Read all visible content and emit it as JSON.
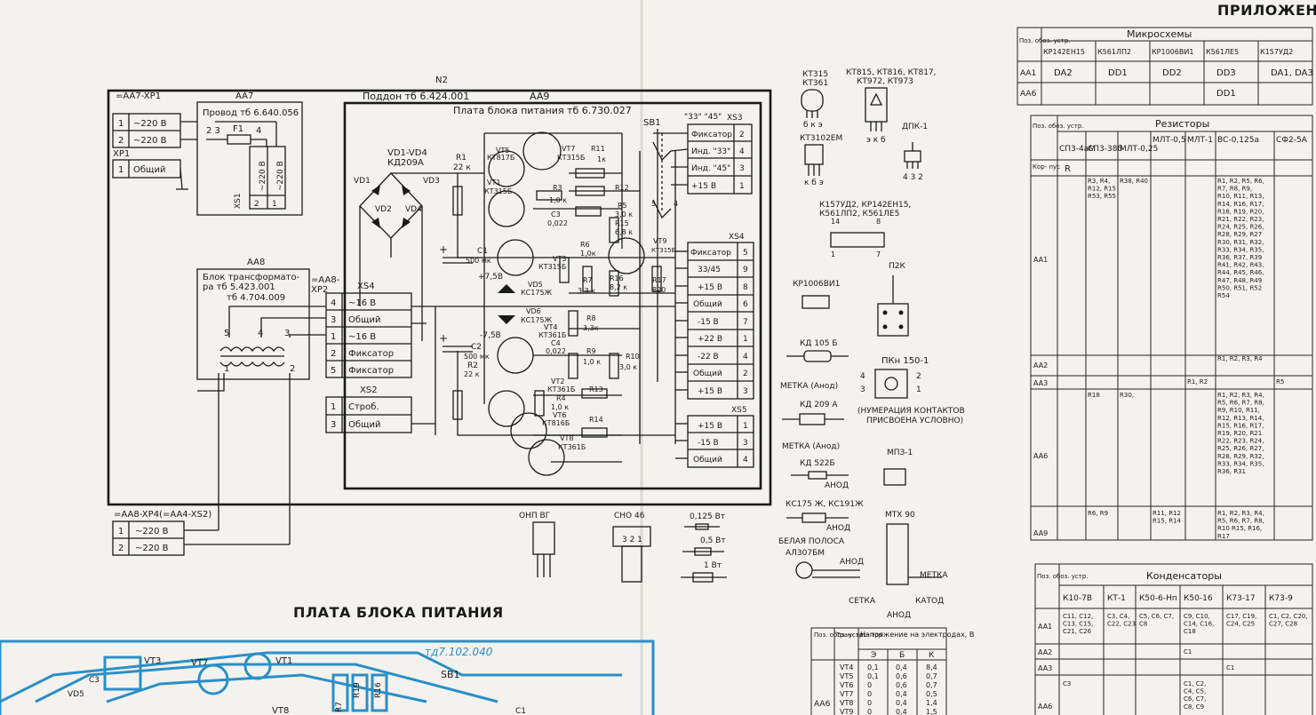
{
  "appendix_title": "ПРИЛОЖЕНИЕ",
  "board_title": "ПЛАТА БЛОКА ПИТАНИЯ",
  "schematic": {
    "n2": "N2",
    "poddon": "Поддон тб 6.424.001",
    "aa9": "AA9",
    "plata": "Плата блока питания тб 6.730.027",
    "aa7": "AA7",
    "aa7_conn": "=AA7-XP1",
    "provod": "Провод тб 6.640.056",
    "f1": "F1",
    "xs1": "XS1",
    "xp1": "XP1",
    "line_220": "~220 В",
    "obshchiy": "Общий",
    "aa8": "AA8",
    "block_trans": "Блок трансформато-",
    "block_trans2": "ра тб 5.423.001",
    "block_trans3": "тб 4.704.009",
    "aa8_conn": "=AA8-",
    "xp2": "XP2",
    "xs4": "XS4",
    "xs2": "XS2",
    "xs3": "XS3",
    "xs5": "XS5",
    "xs4_rows": [
      {
        "label": "~16 В",
        "pin": "4"
      },
      {
        "label": "Общий",
        "pin": "3"
      },
      {
        "label": "~16 В",
        "pin": "1"
      },
      {
        "label": "Фиксатор",
        "pin": "2"
      },
      {
        "label": "Фиксатор",
        "pin": "5"
      }
    ],
    "xs2_rows": [
      {
        "label": "Строб.",
        "pin": "1"
      },
      {
        "label": "Общий",
        "pin": "3"
      }
    ],
    "xs3_rows": [
      {
        "label": "Фиксатор",
        "pin": "2"
      },
      {
        "label": "Инд. \"33\"",
        "pin": "4"
      },
      {
        "label": "Инд. \"45\"",
        "pin": "3"
      },
      {
        "label": "+15 В",
        "pin": "1"
      }
    ],
    "xs4b_rows": [
      {
        "label": "Фиксатор",
        "pin": "5"
      },
      {
        "label": "33/45",
        "pin": "9"
      },
      {
        "label": "+15 В",
        "pin": "8"
      },
      {
        "label": "Общий",
        "pin": "6"
      },
      {
        "label": "-15 В",
        "pin": "7"
      },
      {
        "label": "+22 В",
        "pin": "1"
      },
      {
        "label": "-22 В",
        "pin": "4"
      },
      {
        "label": "Общий",
        "pin": "2"
      },
      {
        "label": "+15 В",
        "pin": "3"
      }
    ],
    "xs5_rows": [
      {
        "label": "+15 В",
        "pin": "1"
      },
      {
        "label": "-15 В",
        "pin": "3"
      },
      {
        "label": "Общий",
        "pin": "4"
      }
    ],
    "bottom_conn": "=AA8-XP4(=AA4-XS2)",
    "vd_label": "VD1-VD4",
    "vd_part": "КД209А",
    "sb1": "SB1",
    "sb1_label": "\"33\" \"45\"",
    "comps": [
      "VD1",
      "VD2",
      "VD3",
      "VD4",
      "R1",
      "22 к",
      "VT5",
      "КТ817Б",
      "VT7",
      "КТ315Б",
      "R11",
      "1к",
      "VT1",
      "КТ315Б",
      "R3",
      "1,0 к",
      "R12",
      "C3",
      "0,022",
      "R5",
      "3,0 к",
      "R15",
      "6,8 к",
      "C1",
      "500 мк",
      "+7,5В",
      "VT3",
      "КТ315Б",
      "R6",
      "1,0к",
      "VD5",
      "КС175Ж",
      "R7",
      "3,3 к",
      "R16",
      "8,2 к",
      "R17",
      "820",
      "VT9",
      "КТ315Б",
      "VD6",
      "КС175Ж",
      "R8",
      "3,3к",
      "-7,5В",
      "VT4",
      "КТ361Б",
      "C4",
      "0,022",
      "R9",
      "1,0 к",
      "R10",
      "3,0 к",
      "C2",
      "500 мк",
      "R2",
      "22 к",
      "VT2",
      "КТ361Б",
      "R13",
      "R4",
      "1,0 к",
      "VT6",
      "КТ816Б",
      "R14",
      "VT8",
      "КТ361Б"
    ]
  },
  "packages": {
    "kt315": "КТ315",
    "kt361": "КТ361",
    "kt815": "КТ815, КТ816, КТ817,",
    "kt972": "КТ972, КТ973",
    "bke": "б к э",
    "ekb": "э к б",
    "kt3102": "КТ3102ЕМ",
    "kbe": "к б э",
    "dpk1": "ДПК-1",
    "dpk_pins": "4 3 2",
    "ic_list1": "К157УД2, КР142ЕН15,",
    "ic_list2": "К561ЛП2, К561ЛЕ5",
    "pin14": "14",
    "pin8": "8",
    "pin1": "1",
    "pin7": "7",
    "kr1006": "КР1006ВИ1",
    "p2k": "П2К",
    "kd105": "КД 105 Б",
    "metka_anod": "МЕТКА (Анод)",
    "kd209": "КД 209 А",
    "metka_anod2": "МЕТКА (Анод)",
    "kd522": "КД 522Б",
    "anod": "АНОД",
    "ks175": "КС175 Ж, КС191Ж",
    "anod2": "АНОД",
    "white_band": "БЕЛАЯ ПОЛОСА",
    "aa307": "АЛ307БМ",
    "anod3": "АНОД",
    "pkn": "ПКн 150-1",
    "numer": "(НУМЕРАЦИЯ КОНТАКТОВ",
    "numer2": "ПРИСВОЕНА УСЛОВНО)",
    "mp3": "МПЗ-1",
    "mtx90": "МТХ 90",
    "metka": "МЕТКА",
    "setka": "СЕТКА",
    "katod": "КАТОД",
    "anod4": "АНОД",
    "onp": "ОНП ВГ",
    "sno46": "СНО 46",
    "pins321": "3 2 1",
    "w0125": "0,125 Вт",
    "w05": "0,5 Вт",
    "w1": "1 Вт",
    "md": "тд7.102.040",
    "sb1": "SB1",
    "vt3": "VT3",
    "vt7": "VT7",
    "vt1": "VT1",
    "vt8": "VT8",
    "vd5": "VD5",
    "c3": "C3",
    "c1": "C1",
    "r19": "R19",
    "r16": "R16",
    "r7": "R7"
  },
  "voltage_table": {
    "col_pos": "Поз. обоз. устр.",
    "col_tr": "Тран- зис- тор",
    "col_v": "Напряжение на электродах, В",
    "sub": [
      "Э",
      "Б",
      "К"
    ],
    "group": "AA6",
    "rows": [
      {
        "t": "VT4",
        "e": "0,1",
        "b": "0,4",
        "k": "8,4"
      },
      {
        "t": "VT5",
        "e": "0,1",
        "b": "0,6",
        "k": "0,7"
      },
      {
        "t": "VT6",
        "e": "0",
        "b": "0,6",
        "k": "0,7"
      },
      {
        "t": "VT7",
        "e": "0",
        "b": "0,4",
        "k": "0,5"
      },
      {
        "t": "VT8",
        "e": "0",
        "b": "0,4",
        "k": "1,4"
      },
      {
        "t": "VT9",
        "e": "0",
        "b": "0,4",
        "k": "1,5"
      }
    ]
  },
  "micro_table": {
    "title": "Микросхемы",
    "pos": "Поз. обоз. устр.",
    "cols": [
      "КР142ЕН15",
      "К561ЛП2",
      "КР1006ВИ1",
      "К561ЛЕ5",
      "К157УД2"
    ],
    "rows": [
      {
        "pos": "AA1",
        "vals": [
          "DA2",
          "DD1",
          "DD2",
          "DD3",
          "DA1, DA3"
        ]
      },
      {
        "pos": "AA6",
        "vals": [
          "",
          "",
          "",
          "DD1",
          ""
        ]
      }
    ]
  },
  "res_table": {
    "title": "Резисторы",
    "pos": "Поз. обоз. устр.",
    "cols": [
      "СП3-4аМ",
      "СП3-38б",
      "МЛТ-0,25",
      "МЛТ-0,5",
      "МЛТ-1",
      "ВС-0,125а",
      "СФ2-5А"
    ],
    "korpus": "Кор- пус",
    "korpus_val": "R",
    "rows": [
      {
        "pos": "AA1",
        "vals": [
          "",
          "R3, R4, R12, R15 R53, R55",
          "R38, R40",
          "",
          "",
          "R1, R2, R5, R6, R7, R8, R9, R10, R11, R13, R14, R16, R17, R18, R19, R20, R21, R22, R23, R24, R25, R26, R28, R29, R27 R30, R31, R32, R33, R34, R35, R36, R37, R39 R41, R42, R43, R44, R45, R46, R47, R48, R49 R50, R51, R52 R54",
          ""
        ]
      },
      {
        "pos": "AA2",
        "vals": [
          "",
          "",
          "",
          "",
          "",
          "R1, R2, R3, R4",
          ""
        ]
      },
      {
        "pos": "AA3",
        "vals": [
          "",
          "",
          "",
          "",
          "R1, R2",
          "",
          "R5"
        ]
      },
      {
        "pos": "AA6",
        "vals": [
          "",
          "R18",
          "R30,",
          "",
          "",
          "R1, R2, R3, R4, R5, R6, R7, R8, R9, R10, R11, R12, R13, R14, R15, R16, R17, R19, R20, R21 R22, R23, R24, R25, R26, R27, R28, R29, R32, R33, R34, R35, R36, R31",
          ""
        ]
      },
      {
        "pos": "AA9",
        "vals": [
          "",
          "R6, R9",
          "",
          "R11, R12 R15, R14",
          "",
          "R1, R2, R3, R4, R5, R6, R7, R8, R10 R15, R16, R17",
          ""
        ]
      }
    ]
  },
  "cap_table": {
    "title": "Конденсаторы",
    "pos": "Поз. обоз. устр.",
    "cols": [
      "К10-7В",
      "КТ-1",
      "К50-6-Нп",
      "К50-16",
      "К73-17",
      "К73-9"
    ],
    "rows": [
      {
        "pos": "AA1",
        "vals": [
          "C11, C12, C13, C15, C21, C26",
          "C3, C4, C22, C23",
          "C5, C6, C7, C8",
          "C9, C10, C14, C16, C18",
          "C17, C19, C24, C25",
          "C1, C2, C20, C27, C28"
        ]
      },
      {
        "pos": "AA2",
        "vals": [
          "",
          "",
          "",
          "C1",
          "",
          ""
        ]
      },
      {
        "pos": "AA3",
        "vals": [
          "",
          "",
          "",
          "",
          "C1",
          ""
        ]
      },
      {
        "pos": "AA6",
        "vals": [
          "C3",
          "",
          "",
          "C1, C2, C4, C5, C6, C7, C8, C9",
          "",
          ""
        ]
      }
    ]
  }
}
